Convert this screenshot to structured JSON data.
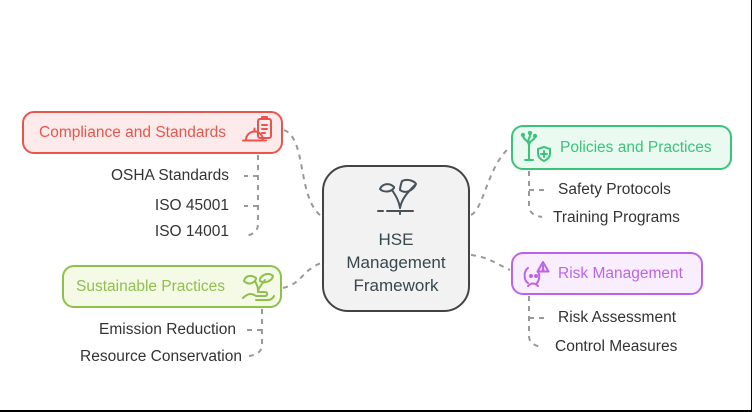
{
  "diagram": {
    "center": {
      "lines": [
        "HSE",
        "Management",
        "Framework"
      ],
      "icon": "seedling-icon",
      "border_color": "#404446",
      "bg_color": "#f2f2f2",
      "text_color": "#37474f",
      "icon_color": "#46535a"
    },
    "connector_color": "#999999",
    "child_text_color": "#333333",
    "branches": [
      {
        "label": "Compliance and Standards",
        "icon": "hardhat-clipboard-icon",
        "accent_color": "#e8554e",
        "bg_color": "#fcebea",
        "children": [
          "OSHA Standards",
          "ISO 45001",
          "ISO 14001"
        ]
      },
      {
        "label": "Sustainable Practices",
        "icon": "hand-holding-leaves-icon",
        "accent_color": "#8fbf4d",
        "bg_color": "#f4fae5",
        "children": [
          "Emission Reduction",
          "Resource Conservation"
        ]
      },
      {
        "label": "Policies and Practices",
        "icon": "tree-shield-plus-icon",
        "accent_color": "#3ac47a",
        "bg_color": "#eafaf1",
        "children": [
          "Safety Protocols",
          "Training Programs"
        ]
      },
      {
        "label": "Risk Management",
        "icon": "face-warning-icon",
        "accent_color": "#bc64e8",
        "bg_color": "#f9eefd",
        "children": [
          "Risk Assessment",
          "Control Measures"
        ]
      }
    ]
  }
}
